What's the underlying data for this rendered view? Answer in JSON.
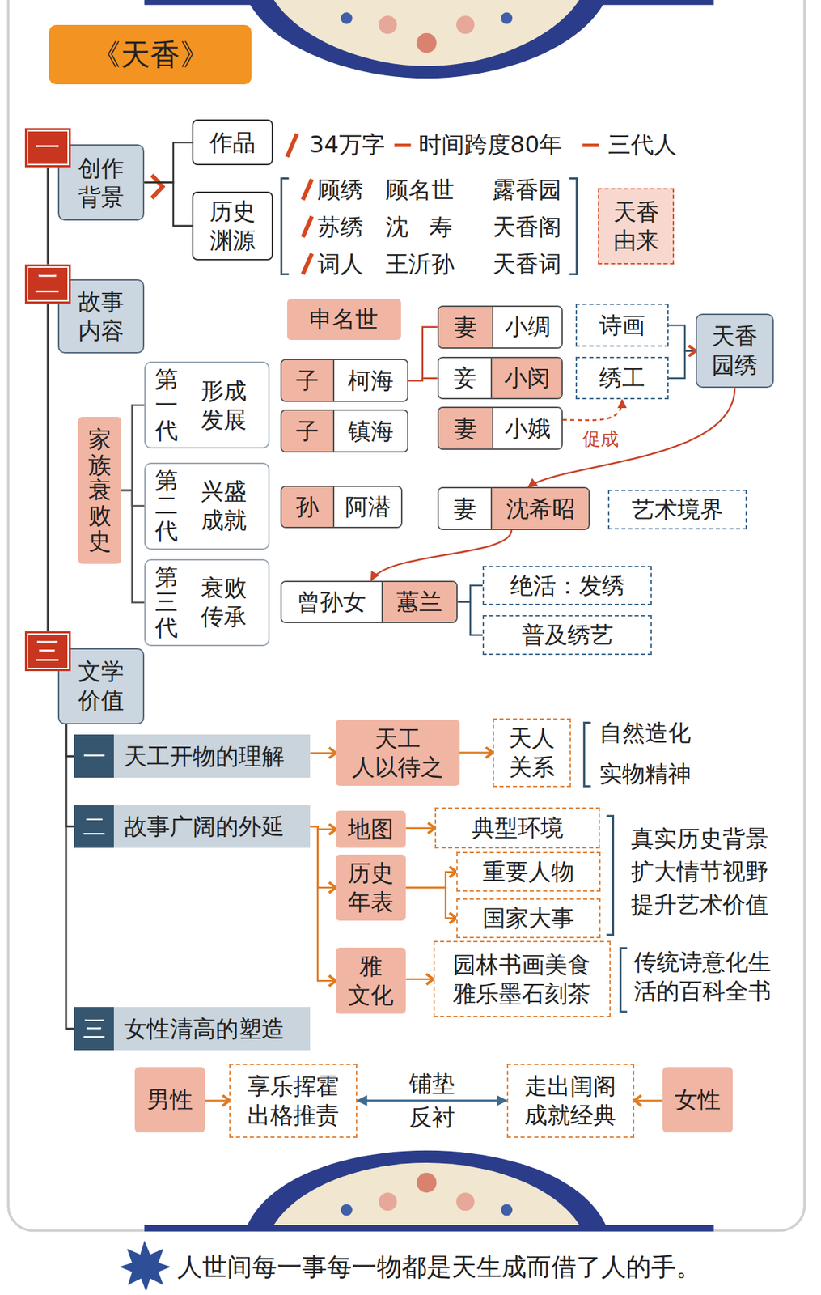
{
  "diagram": {
    "title": "《天香》",
    "caption": "人世间每一事每一物都是天生成而借了人的手。",
    "nodes": [
      {
        "text": [
          "一"
        ]
      },
      {
        "text": [
          "创作 背景"
        ]
      },
      {
        "text": [
          "作品"
        ]
      },
      {
        "text": [
          "历史 渊源"
        ]
      },
      {
        "text": [
          "天香 由来"
        ]
      },
      {
        "text": [
          "二"
        ]
      },
      {
        "text": [
          "故事 内容"
        ]
      },
      {
        "text": [
          "家族衰败史"
        ]
      },
      {
        "text": [
          "第一代",
          "形成 发展"
        ]
      },
      {
        "text": [
          "第二代",
          "兴盛 成就"
        ]
      },
      {
        "text": [
          "第三代",
          "衰败 传承"
        ]
      },
      {
        "text": [
          "申名世"
        ]
      },
      {
        "text": [
          "子",
          "柯海"
        ]
      },
      {
        "text": [
          "子",
          "镇海"
        ]
      },
      {
        "text": [
          "孙",
          "阿潜"
        ]
      },
      {
        "text": [
          "曾孙女",
          "蕙兰"
        ]
      },
      {
        "text": [
          "妻",
          "小绸"
        ]
      },
      {
        "text": [
          "妾",
          "小闵"
        ]
      },
      {
        "text": [
          "妻",
          "小娥"
        ]
      },
      {
        "text": [
          "诗画"
        ]
      },
      {
        "text": [
          "绣工"
        ]
      },
      {
        "text": [
          "天香 园绣"
        ]
      },
      {
        "text": [
          "妻",
          "沈希昭"
        ]
      },
      {
        "text": [
          "艺术境界"
        ]
      },
      {
        "text": [
          "绝活：发绣"
        ]
      },
      {
        "text": [
          "普及绣艺"
        ]
      },
      {
        "text": [
          "三"
        ]
      },
      {
        "text": [
          "文学 价值"
        ]
      },
      {
        "text": [
          "一",
          "天工开物的理解"
        ]
      },
      {
        "text": [
          "天工 人以待之"
        ]
      },
      {
        "text": [
          "天人 关系"
        ]
      },
      {
        "text": [
          "二",
          "故事广阔的外延"
        ]
      },
      {
        "text": [
          "地图"
        ]
      },
      {
        "text": [
          "典型环境"
        ]
      },
      {
        "text": [
          "历史 年表"
        ]
      },
      {
        "text": [
          "重要人物"
        ]
      },
      {
        "text": [
          "国家大事"
        ]
      },
      {
        "text": [
          "雅 文化"
        ]
      },
      {
        "text": [
          "园林书画美食 雅乐墨石刻茶"
        ]
      },
      {
        "text": [
          "三",
          "女性清高的塑造"
        ]
      },
      {
        "text": [
          "男性"
        ]
      },
      {
        "text": [
          "享乐挥霍 出格推责"
        ]
      },
      {
        "text": [
          "走出闺阁 成就经典"
        ]
      },
      {
        "text": [
          "女性"
        ]
      }
    ],
    "edges": [
      {
        "from": 0,
        "to": 5,
        "arrow": "none"
      },
      {
        "from": 5,
        "to": 26,
        "arrow": "none"
      },
      {
        "from": 1,
        "to": 2,
        "arrow": "none"
      },
      {
        "from": 1,
        "to": 3,
        "arrow": "none"
      },
      {
        "from": 7,
        "to": 8,
        "arrow": "none"
      },
      {
        "from": 7,
        "to": 9,
        "arrow": "none"
      },
      {
        "from": 7,
        "to": 10,
        "arrow": "none"
      },
      {
        "from": 12,
        "to": 16,
        "arrow": "none"
      },
      {
        "from": 12,
        "to": 17,
        "arrow": "none"
      },
      {
        "from": 19,
        "to": 21,
        "arrow": "to"
      },
      {
        "from": 20,
        "to": 21,
        "arrow": "to"
      },
      {
        "from": 18,
        "to": 20,
        "label": "促成",
        "arrow": "to"
      },
      {
        "from": 21,
        "to": 22,
        "arrow": "to"
      },
      {
        "from": 22,
        "to": 15,
        "arrow": "to"
      },
      {
        "from": 15,
        "to": 24,
        "arrow": "none"
      },
      {
        "from": 15,
        "to": 25,
        "arrow": "none"
      },
      {
        "from": 27,
        "to": 28,
        "arrow": "none"
      },
      {
        "from": 27,
        "to": 31,
        "arrow": "none"
      },
      {
        "from": 27,
        "to": 39,
        "arrow": "none"
      },
      {
        "from": 28,
        "to": 29,
        "arrow": "to"
      },
      {
        "from": 29,
        "to": 30,
        "arrow": "to"
      },
      {
        "from": 31,
        "to": 32,
        "arrow": "to"
      },
      {
        "from": 32,
        "to": 33,
        "arrow": "to"
      },
      {
        "from": 31,
        "to": 34,
        "arrow": "to"
      },
      {
        "from": 34,
        "to": 35,
        "arrow": "to"
      },
      {
        "from": 34,
        "to": 36,
        "arrow": "to"
      },
      {
        "from": 31,
        "to": 37,
        "arrow": "to"
      },
      {
        "from": 37,
        "to": 38,
        "arrow": "to"
      },
      {
        "from": 40,
        "to": 41,
        "arrow": "to"
      },
      {
        "from": 43,
        "to": 42,
        "arrow": "to"
      },
      {
        "from": 41,
        "to": 42,
        "label": "铺垫 反衬",
        "arrow": "both"
      }
    ],
    "labels": [
      "34万字",
      "时间跨度80年",
      "三代人",
      "顾绣",
      "顾名世",
      "露香园",
      "苏绣",
      "沈寿",
      "天香阁",
      "词人",
      "王沂孙",
      "天香词",
      "自然造化",
      "实物精神",
      "真实历史背景",
      "扩大情节视野",
      "提升艺术价值",
      "传统诗意化生活的百科全书"
    ]
  }
}
